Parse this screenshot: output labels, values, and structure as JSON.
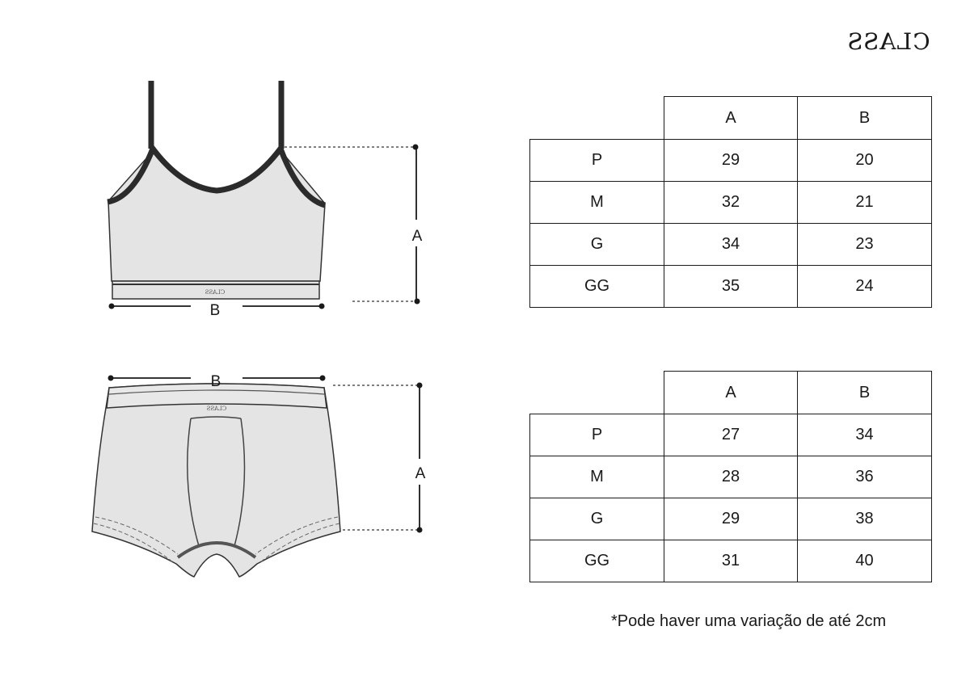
{
  "brand": {
    "logo_text": "CLASS"
  },
  "illustrations": {
    "top": {
      "name": "top",
      "label_a": "A",
      "label_b": "B",
      "waistband_text": "CLASS"
    },
    "bottom": {
      "name": "boxer",
      "label_a": "A",
      "label_b": "B",
      "waistband_text": "CLASS"
    }
  },
  "tables": [
    {
      "name": "top-sizes",
      "columns": [
        "A",
        "B"
      ],
      "rows": [
        {
          "size": "P",
          "a": "29",
          "b": "20"
        },
        {
          "size": "M",
          "a": "32",
          "b": "21"
        },
        {
          "size": "G",
          "a": "34",
          "b": "23"
        },
        {
          "size": "GG",
          "a": "35",
          "b": "24"
        }
      ]
    },
    {
      "name": "boxer-sizes",
      "columns": [
        "A",
        "B"
      ],
      "rows": [
        {
          "size": "P",
          "a": "27",
          "b": "34"
        },
        {
          "size": "M",
          "a": "28",
          "b": "36"
        },
        {
          "size": "G",
          "a": "29",
          "b": "38"
        },
        {
          "size": "GG",
          "a": "31",
          "b": "40"
        }
      ]
    }
  ],
  "footnote": "*Pode haver uma variação de até 2cm"
}
